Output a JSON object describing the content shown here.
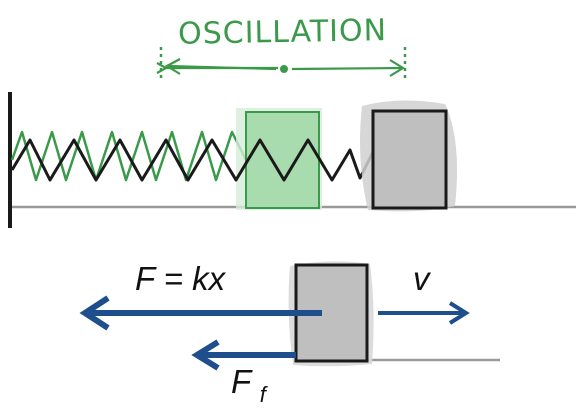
{
  "top_diagram": {
    "label": "OSCILLATION",
    "colors": {
      "green": "#3a9a4a",
      "green_fill": "#a8dcae",
      "black": "#1a1a1a",
      "block": "#bfbfbf",
      "shadow": "#d0d0d0",
      "floor": "#9a9a9a"
    }
  },
  "bottom_diagram": {
    "force_spring_label": "F = kx",
    "velocity_label": "v",
    "friction_label_main": "F",
    "friction_label_sub": "f",
    "colors": {
      "arrow": "#1f4e8c",
      "block": "#bfbfbf",
      "floor": "#9a9a9a"
    }
  }
}
